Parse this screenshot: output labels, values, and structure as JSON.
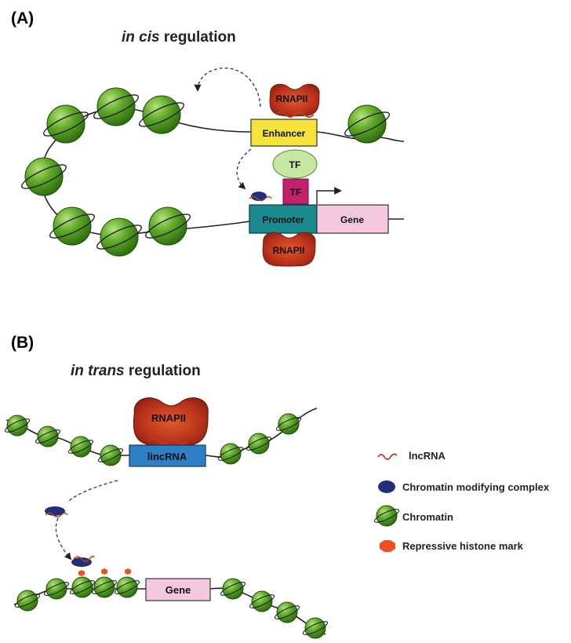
{
  "panel_a": {
    "label": "(A)",
    "title_italic": "in cis",
    "title_rest": " regulation",
    "rnapii_top": "RNAPII",
    "enhancer": "Enhancer",
    "tf_top": "TF",
    "tf_bottom": "TF",
    "promoter": "Promoter",
    "gene": "Gene",
    "rnapii_bottom": "RNAPII"
  },
  "panel_b": {
    "label": "(B)",
    "title_italic": "in trans",
    "title_rest": " regulation",
    "rnapii": "RNAPII",
    "lincrna": "lincRNA",
    "gene": "Gene"
  },
  "legend": {
    "items": [
      {
        "icon": "lncrna-squiggle-icon",
        "label": "lncRNA"
      },
      {
        "icon": "chromatin-modifying-complex-icon",
        "label": "Chromatin modifying complex"
      },
      {
        "icon": "chromatin-nucleosome-icon",
        "label": "Chromatin"
      },
      {
        "icon": "repressive-histone-mark-icon",
        "label": "Repressive histone mark"
      }
    ]
  },
  "colors": {
    "nucleosome": "#4c9a1e",
    "enhancer": "#f5e23a",
    "tf_light": "#c6e6a2",
    "tf_dark": "#c2206a",
    "promoter": "#1a8a8e",
    "gene": "#f6c8e0",
    "lincrna": "#2f7fc6",
    "rnapii": "#c0361a",
    "complex": "#1f2f7a",
    "histone_mark": "#f04e23",
    "lncrna_line": "#b3401f"
  }
}
